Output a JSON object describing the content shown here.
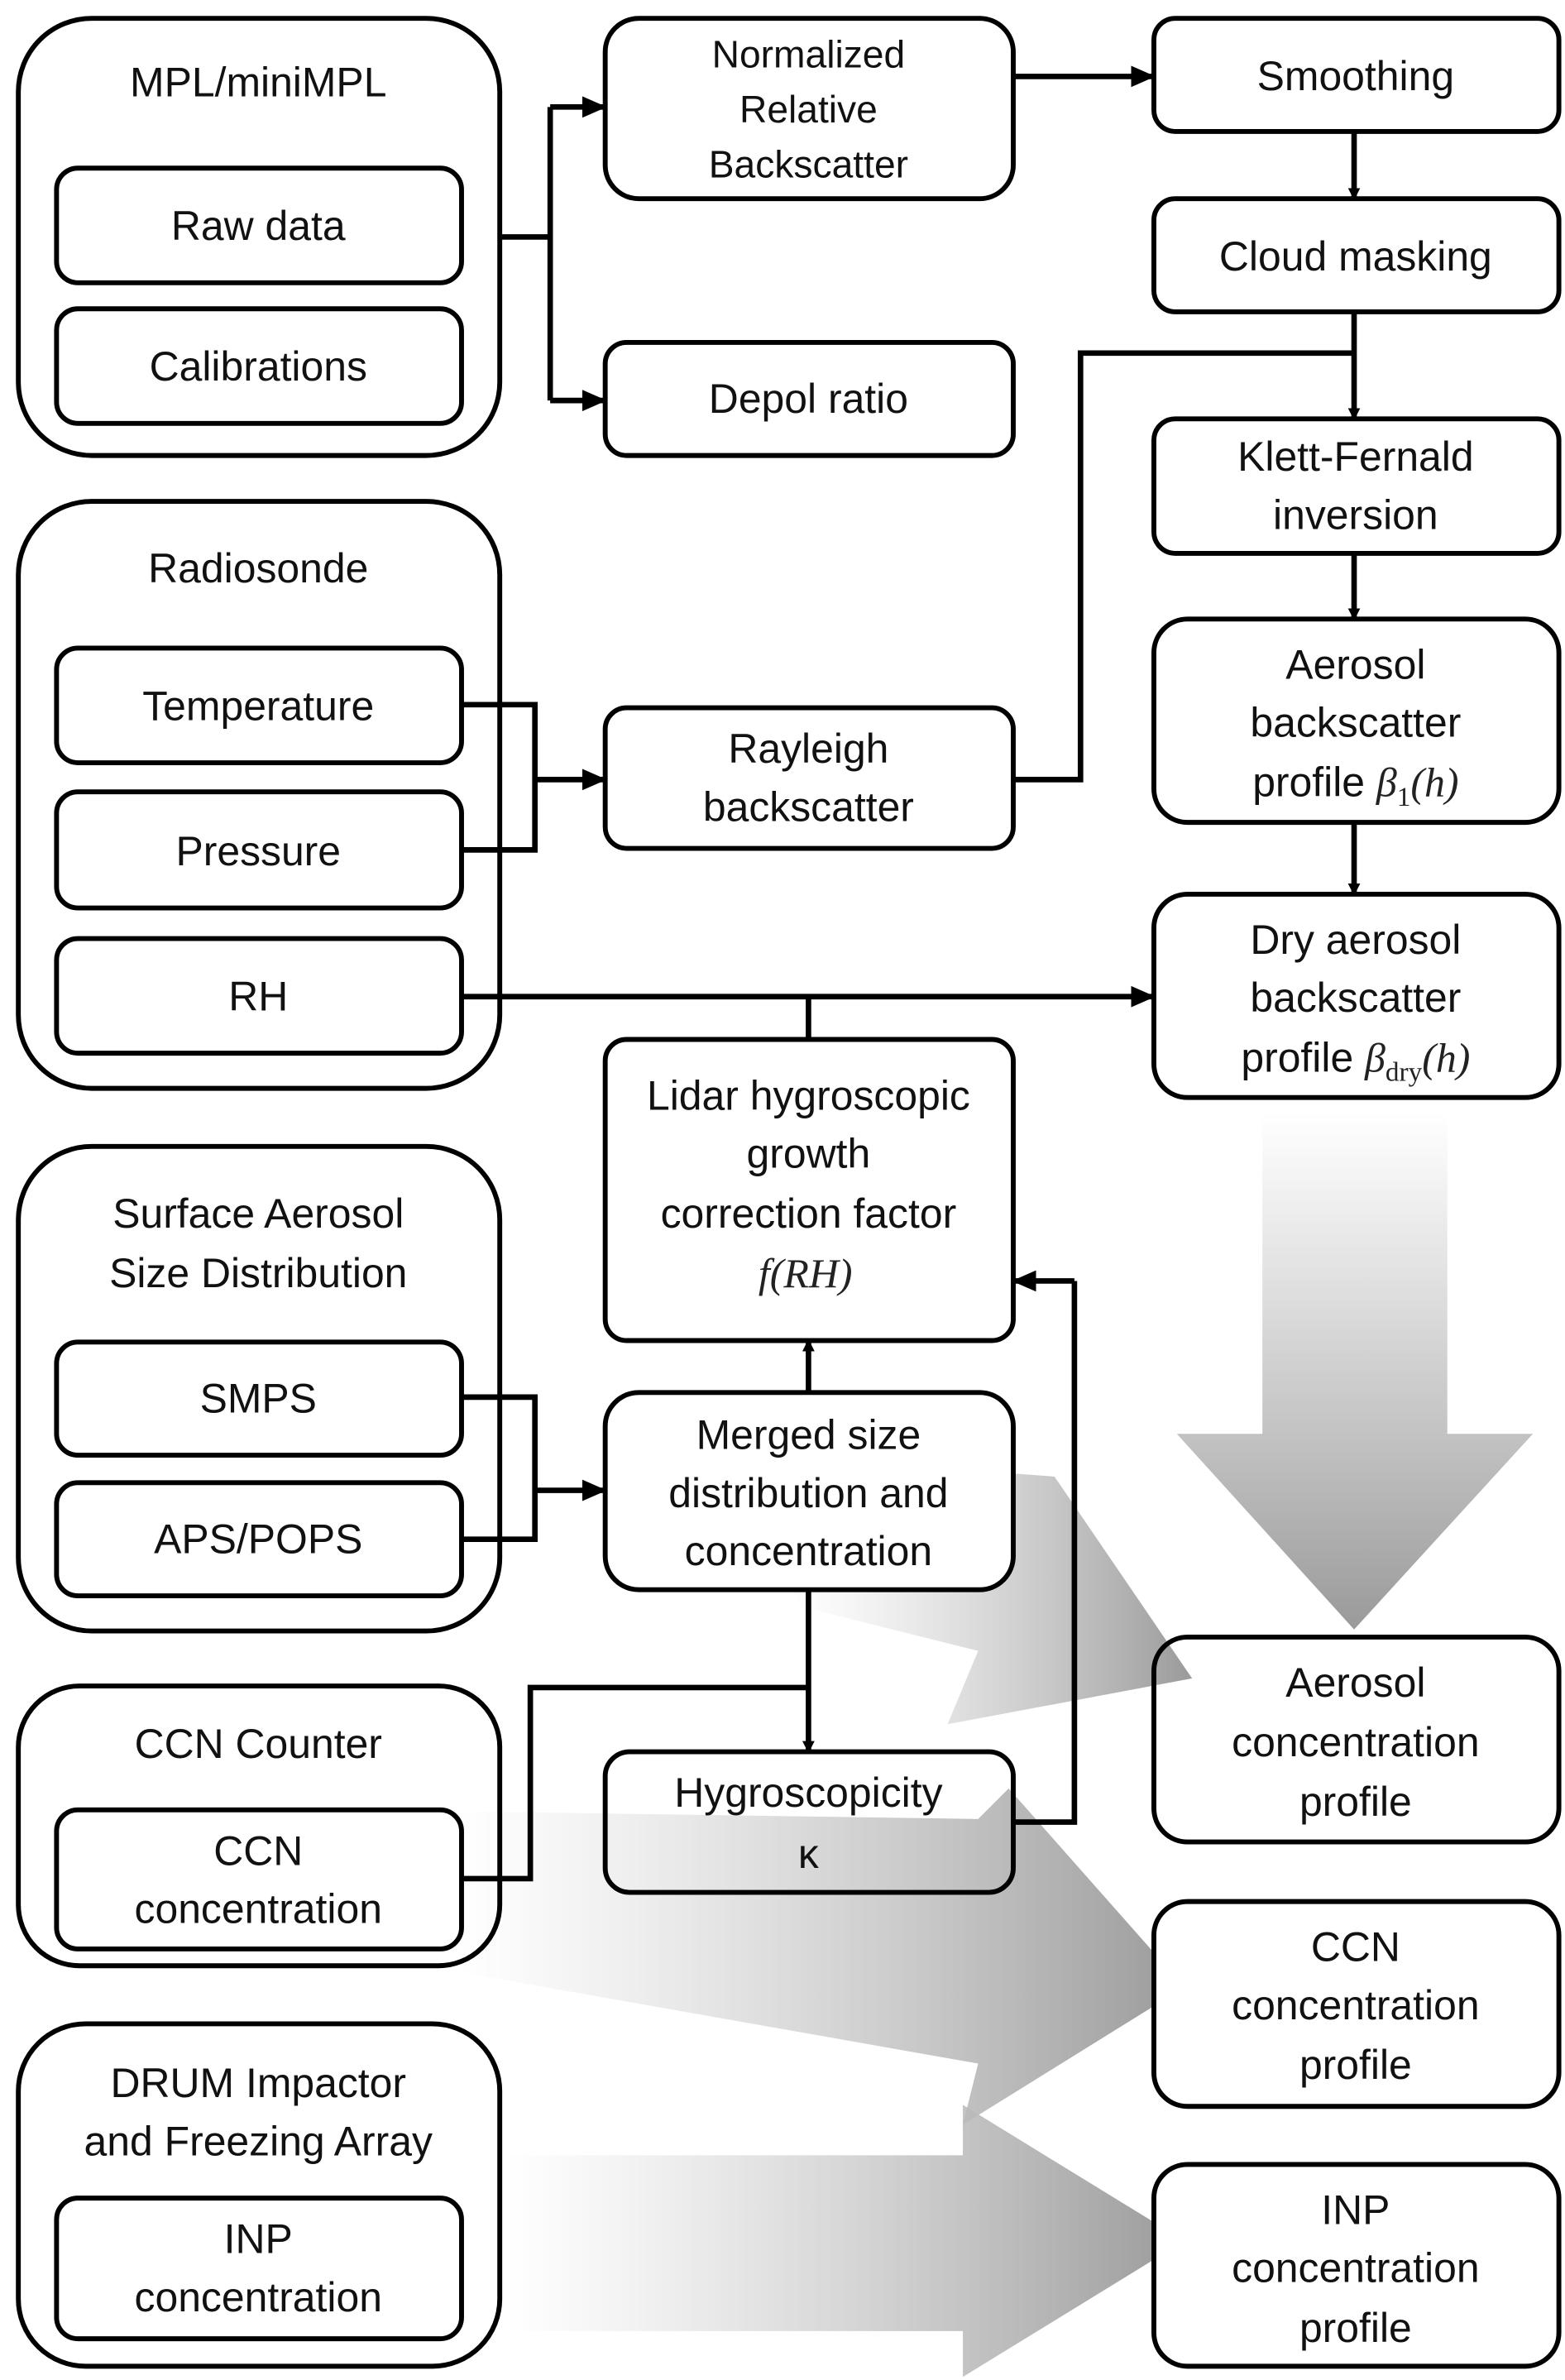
{
  "title": "Lidar-based aerosol, CCN and INP concentration profile retrieval workflow",
  "colors": {
    "stroke": "#000000",
    "box_fill": "#ffffff",
    "text": "#111111",
    "arrow_gradient_light": "#f4f4f4",
    "arrow_gradient_dark": "#9a9a9a"
  },
  "groups": {
    "mpl": {
      "title": "MPL/miniMPL",
      "items": [
        "Raw data",
        "Calibrations"
      ]
    },
    "radiosonde": {
      "title": "Radiosonde",
      "items": [
        "Temperature",
        "Pressure",
        "RH"
      ]
    },
    "surface_aerosol": {
      "title_lines": [
        "Surface Aerosol",
        "Size Distribution"
      ],
      "items": [
        "SMPS",
        "APS/POPS"
      ]
    },
    "ccn_counter": {
      "title": "CCN Counter",
      "item_lines": [
        "CCN",
        "concentration"
      ]
    },
    "drum": {
      "title_lines": [
        "DRUM Impactor",
        "and Freezing Array"
      ],
      "item_lines": [
        "INP",
        "concentration"
      ]
    }
  },
  "process": {
    "normalized": [
      "Normalized",
      "Relative",
      "Backscatter"
    ],
    "depol": "Depol ratio",
    "rayleigh": [
      "Rayleigh",
      "backscatter"
    ],
    "lidar_hygro": [
      "Lidar hygroscopic",
      "growth",
      "correction factor"
    ],
    "lidar_hygro_symbol": "f(RH)",
    "merged": [
      "Merged size",
      "distribution and",
      "concentration"
    ],
    "hygroscopicity": "Hygroscopicity",
    "hygroscopicity_symbol": "κ",
    "smoothing": "Smoothing",
    "cloud_masking": "Cloud masking",
    "klett": [
      "Klett-Fernald",
      "inversion"
    ],
    "aerosol_backscatter": {
      "lines": [
        "Aerosol",
        "backscatter"
      ],
      "prefix": "profile ",
      "symbol": "β",
      "subscript": "1",
      "arg": "(h)"
    },
    "dry_backscatter": {
      "lines": [
        "Dry aerosol",
        "backscatter"
      ],
      "prefix": "profile ",
      "symbol": "β",
      "subscript": "dry",
      "arg": "(h)"
    }
  },
  "outputs": {
    "aerosol": [
      "Aerosol",
      "concentration",
      "profile"
    ],
    "ccn": [
      "CCN",
      "concentration",
      "profile"
    ],
    "inp": [
      "INP",
      "concentration",
      "profile"
    ]
  }
}
